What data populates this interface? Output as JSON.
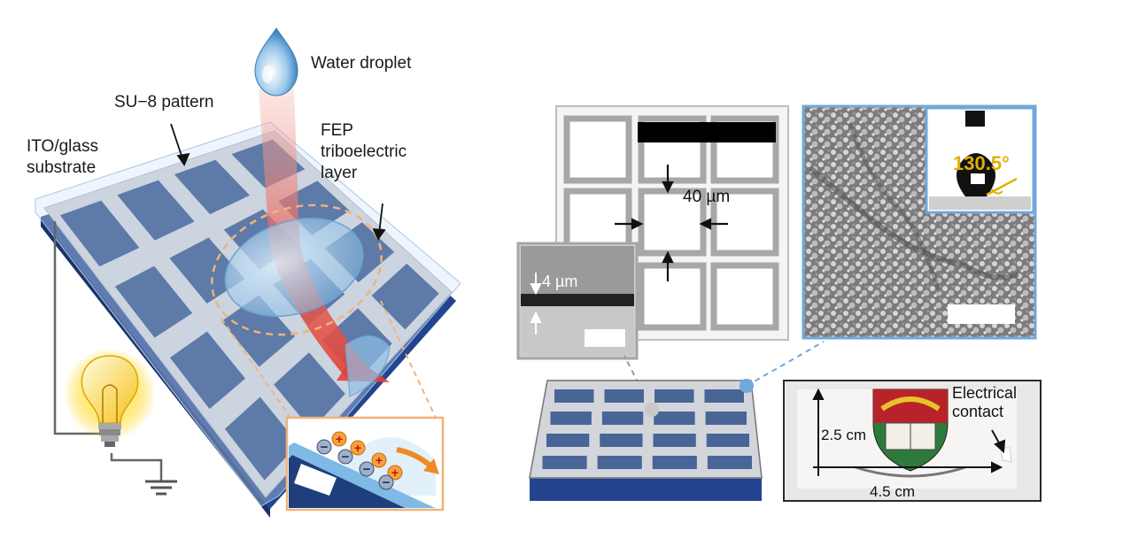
{
  "schematic": {
    "labels": {
      "water_droplet": "Water droplet",
      "su8_pattern": "SU−8 pattern",
      "substrate": "ITO/glass\nsubstrate",
      "fep_layer": "FEP\ntriboelectric\nlayer"
    },
    "charges": {
      "positive": "+",
      "negative": "−"
    }
  },
  "micrographs": {
    "pattern_spacing": "40 µm",
    "thickness": "4 µm",
    "contact_angle": "130.5°"
  },
  "photo": {
    "height_dim": "2.5 cm",
    "width_dim": "4.5 cm",
    "contact_label": "Electrical\ncontact"
  },
  "colors": {
    "cell_blue": "#21427f",
    "grid_gray": "#c9cdd3",
    "plate_blue": "#24448f",
    "arrow_red": "#e0433a",
    "zoom_orange": "#f0b27a",
    "zoom_blue": "#6fa8dc",
    "angle_yellow": "#e0b000"
  },
  "icons": [
    "water-droplet-icon",
    "light-bulb-icon",
    "ground-icon",
    "crest-icon"
  ]
}
